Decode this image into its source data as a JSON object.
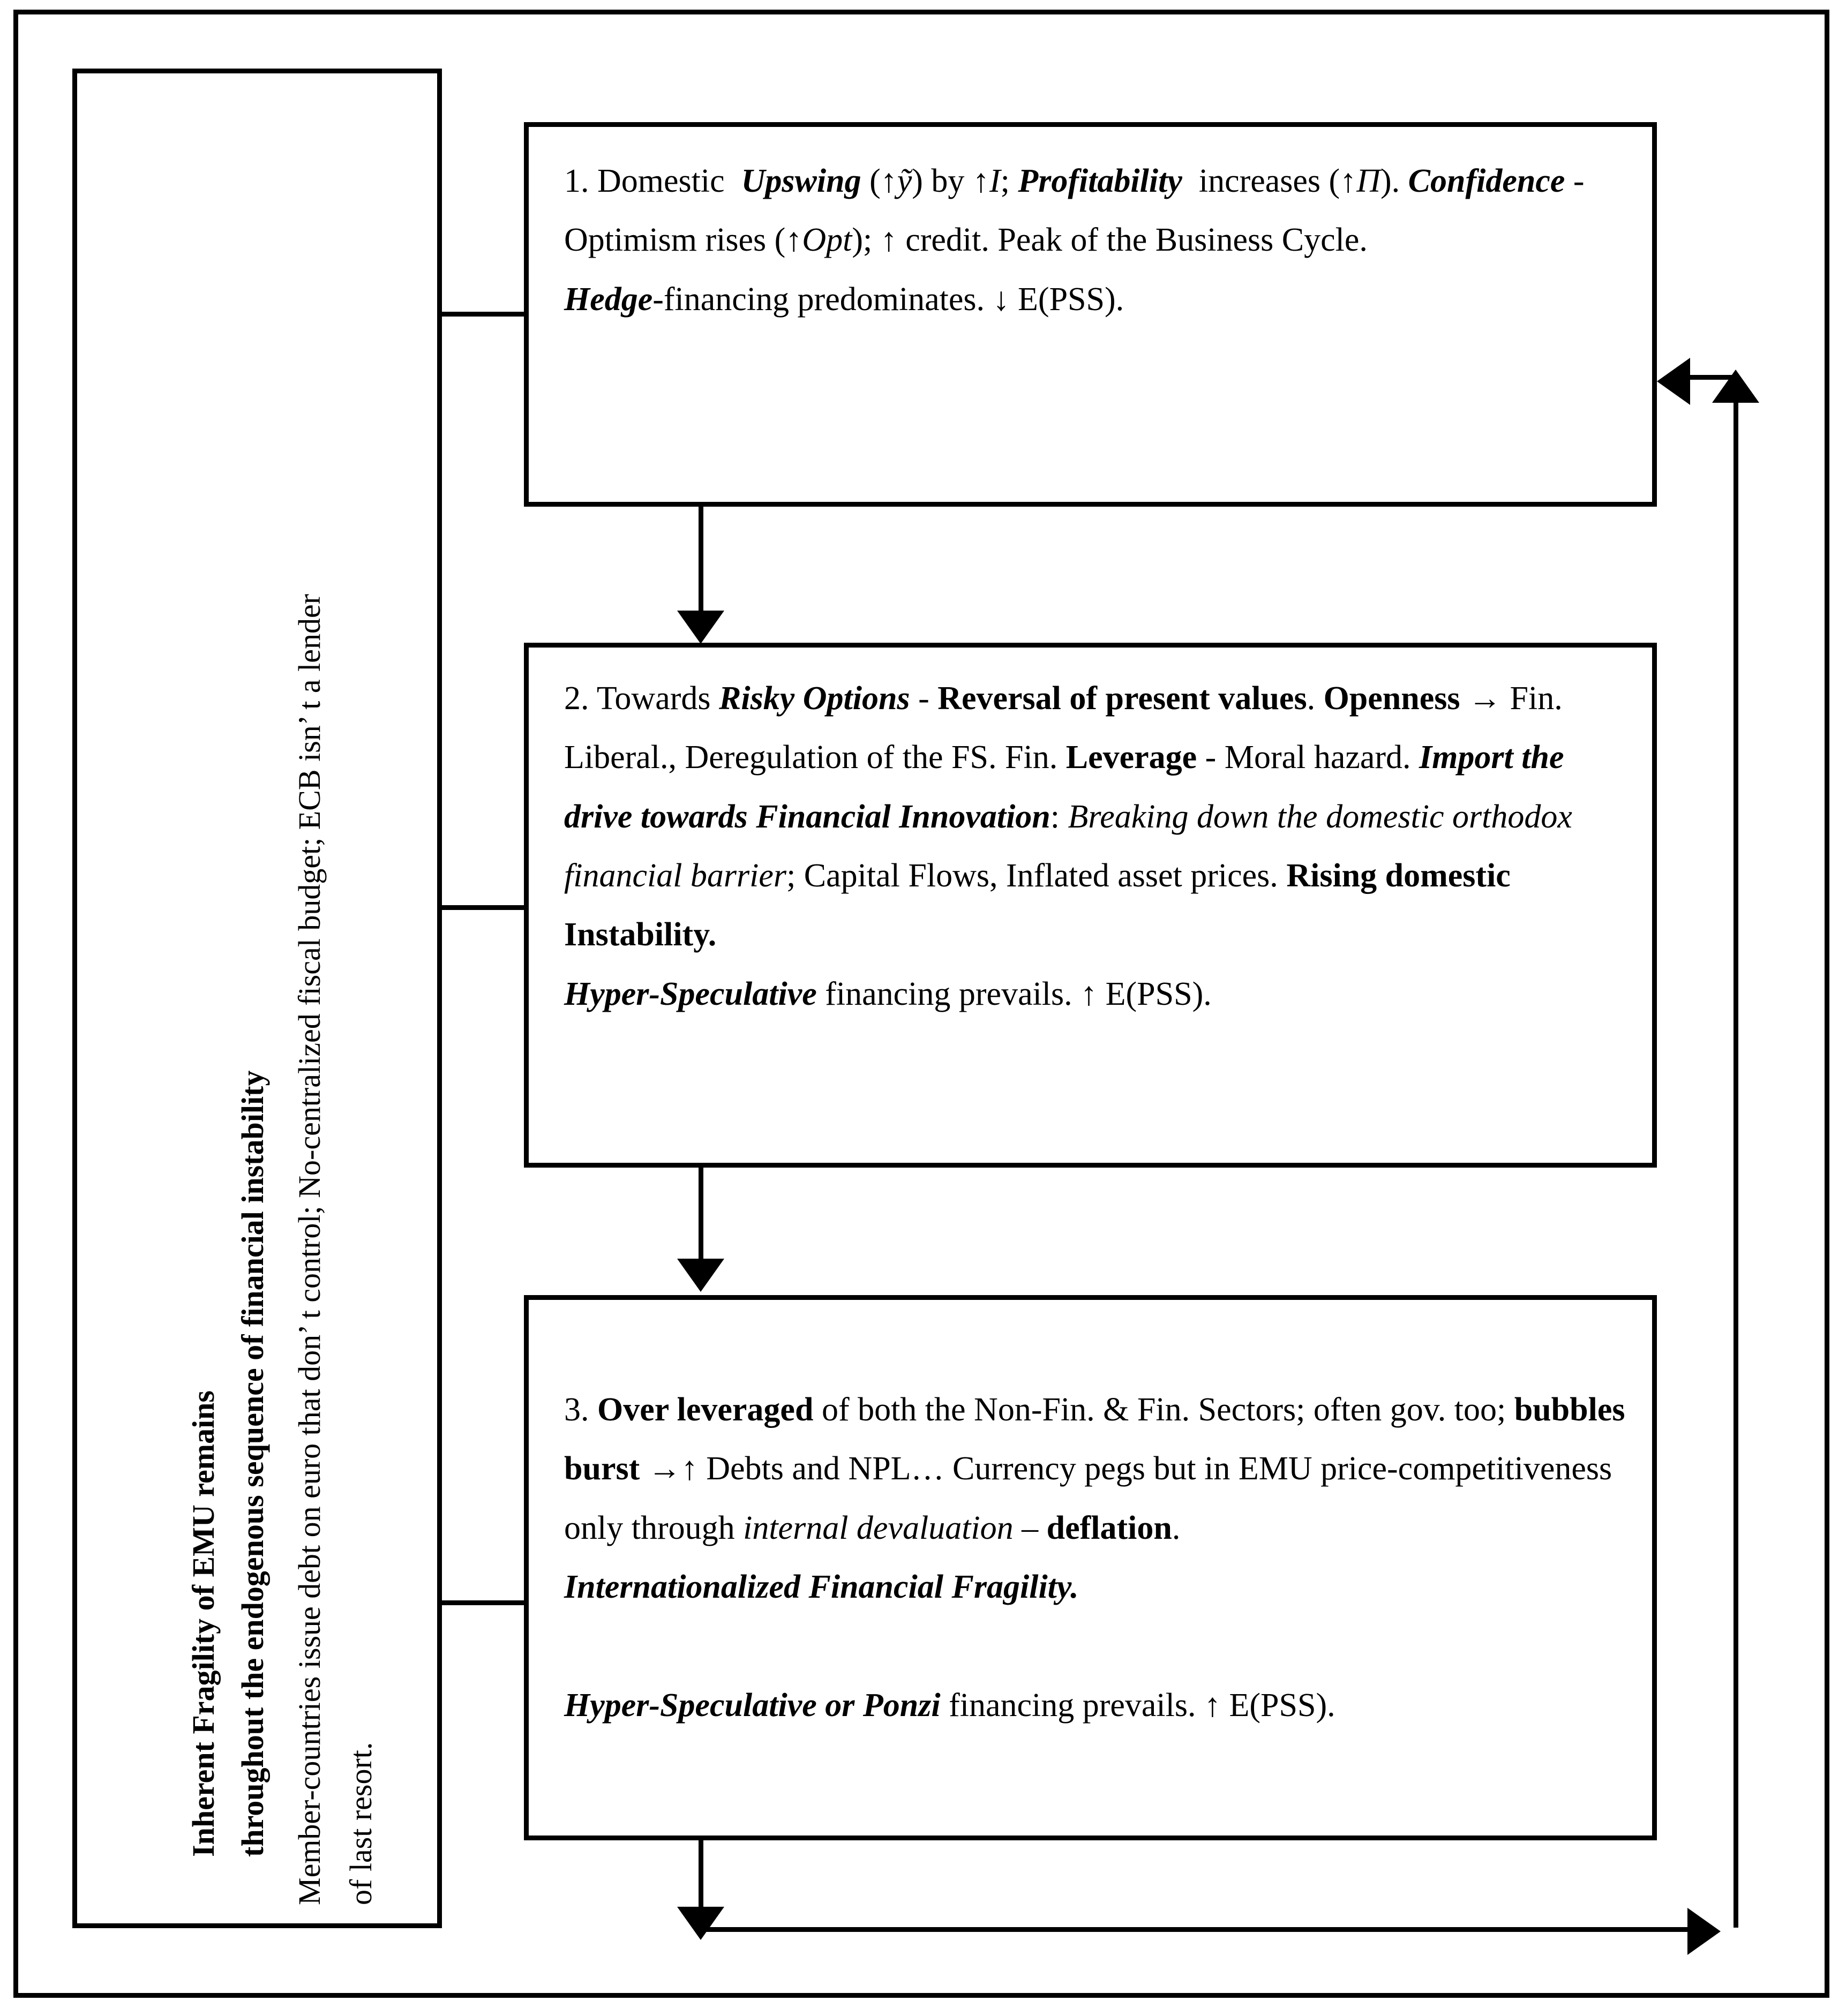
{
  "figure": {
    "type": "flow-diagram",
    "orientation": "vertical-sequence-with-feedback-loop"
  },
  "side_caption": {
    "lines": [
      "Inherent Fragility of EMU remains",
      "throughout the endogenous sequence of financial instability",
      "Member-countries issue debt on euro that don’ t control; No-centralized fiscal budget; ECB isn’ t a lender",
      "of last resort."
    ]
  },
  "stages": [
    {
      "number": "1.",
      "title": "Domestic Upswing",
      "paragraphs": [
        "1. Domestic Upswing (↑ỹ) by ↑I; Profitability increases (↑Π). Confidence - Optimism rises (↑Opt); ↑ credit. Peak of the Business Cycle.",
        "Hedge-financing predominates. ↓ E(PSS)."
      ]
    },
    {
      "number": "2.",
      "title": "Towards Risky Options",
      "paragraphs": [
        "2. Towards Risky Options - Reversal of present values. Openness → Fin. Liberal., Deregulation of the FS. Fin. Leverage - Moral hazard. Import the drive towards Financial Innovation: Breaking down the domestic orthodox financial barrier; Capital Flows, Inflated asset prices. Rising domestic Instability.",
        "Hyper-Speculative financing prevails. ↑ E(PSS)."
      ]
    },
    {
      "number": "3.",
      "title": "Over leveraged",
      "paragraphs": [
        "3. Over leveraged of both the Non-Fin. & Fin. Sectors; often gov. too; bubbles burst →↑ Debts and NPL… Currency pegs but in EMU price-competitiveness only through internal devaluation – deflation.",
        "Internationalized Financial Fragility.",
        "Hyper-Speculative or Ponzi financing prevails. ↑ E(PSS)."
      ]
    }
  ],
  "connectors": [
    {
      "from": "side-caption-box",
      "to": "stage-1-box",
      "style": "plain-line"
    },
    {
      "from": "side-caption-box",
      "to": "stage-2-box",
      "style": "plain-line"
    },
    {
      "from": "side-caption-box",
      "to": "stage-3-box",
      "style": "plain-line"
    },
    {
      "from": "stage-1-box",
      "to": "stage-2-box",
      "style": "down-arrow"
    },
    {
      "from": "stage-2-box",
      "to": "stage-3-box",
      "style": "down-arrow"
    },
    {
      "from": "stage-3-box",
      "to": "stage-1-box",
      "style": "feedback-loop-arrow"
    }
  ],
  "colors": {
    "stroke": "#000000",
    "background": "#ffffff"
  }
}
